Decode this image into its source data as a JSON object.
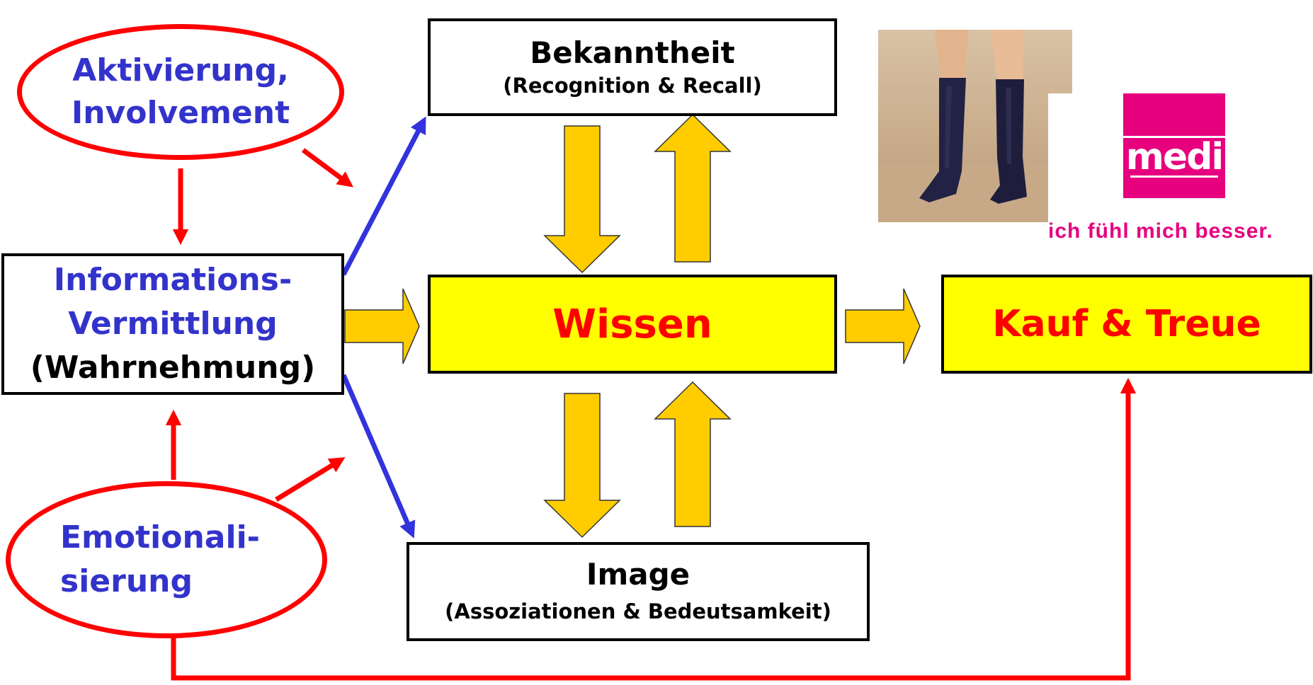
{
  "colors": {
    "red": "#ff0000",
    "blue": "#3333cc",
    "arrow_blue": "#3333dd",
    "yellow_fill": "#ffff00",
    "orange_arrow": "#ffcc00",
    "brand_pink": "#e6007e"
  },
  "ovals": {
    "activation": {
      "line1": "Aktivierung,",
      "line2": "Involvement"
    },
    "emotion": {
      "line1": "Emotionali-",
      "line2": "sierung"
    }
  },
  "boxes": {
    "info": {
      "line1": "Informations-",
      "line2": "Vermittlung",
      "line3": "(Wahrnehmung)"
    },
    "awareness": {
      "title": "Bekanntheit",
      "subtitle": "(Recognition & Recall)"
    },
    "knowledge": {
      "title": "Wissen"
    },
    "image": {
      "title": "Image",
      "subtitle": "(Assoziationen & Bedeutsamkeit)"
    },
    "purchase": {
      "title": "Kauf & Treue"
    }
  },
  "brand": {
    "logo_text": "medi",
    "slogan": "ich fühl mich besser.",
    "photo": "knee-high-compression-socks"
  }
}
